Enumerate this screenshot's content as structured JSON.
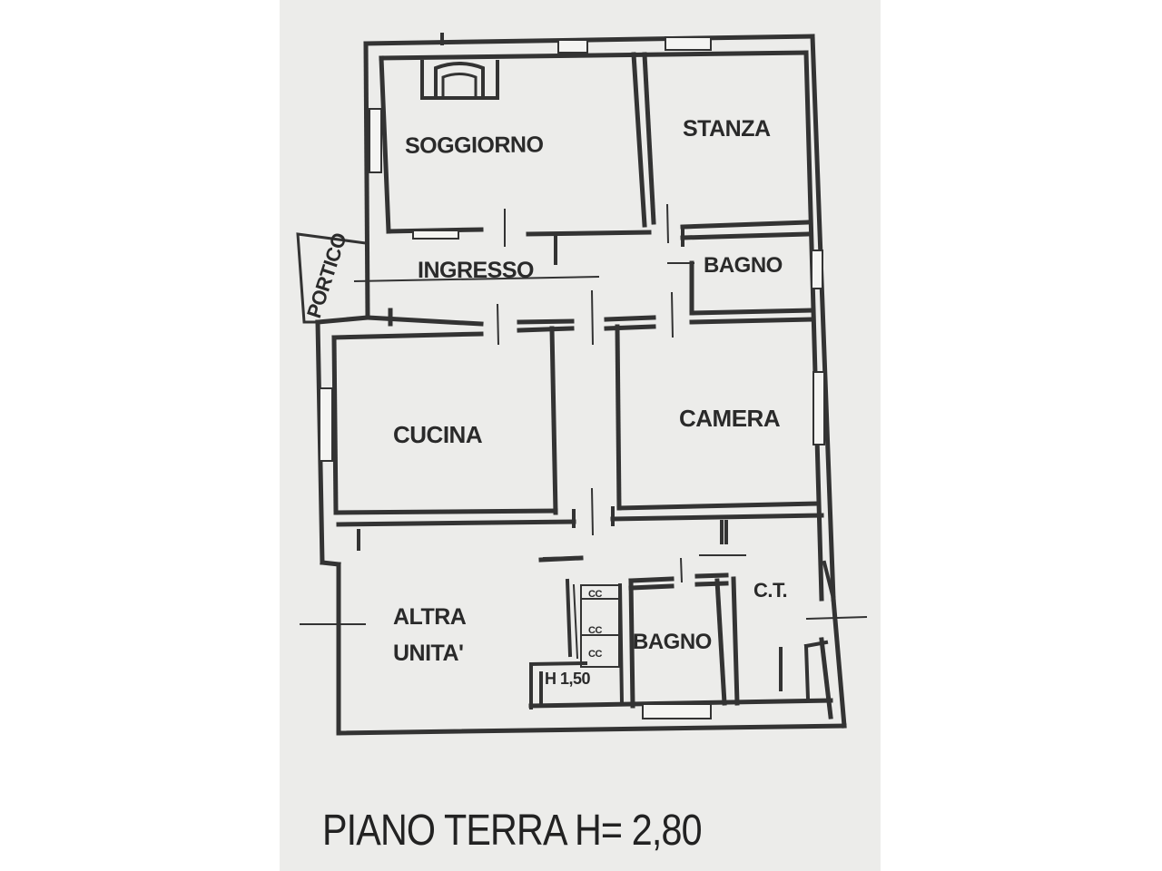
{
  "rooms": {
    "soggiorno": "SOGGIORNO",
    "stanza": "STANZA",
    "portico": "PORTICO",
    "ingresso": "INGRESSO",
    "bagno_upper": "BAGNO",
    "cucina": "CUCINA",
    "camera": "CAMERA",
    "altra_unita_line1": "ALTRA",
    "altra_unita_line2": "UNITA'",
    "ct": "C.T.",
    "bagno_lower": "BAGNO",
    "stair_height": "H 1,50"
  },
  "stair_labels": [
    "CC",
    "CC",
    "CC"
  ],
  "footer": {
    "title": "PIANO TERRA H= 2,80"
  },
  "colors": {
    "paper": "#ececea",
    "ink": "#333333",
    "text": "#2a2a2a"
  }
}
